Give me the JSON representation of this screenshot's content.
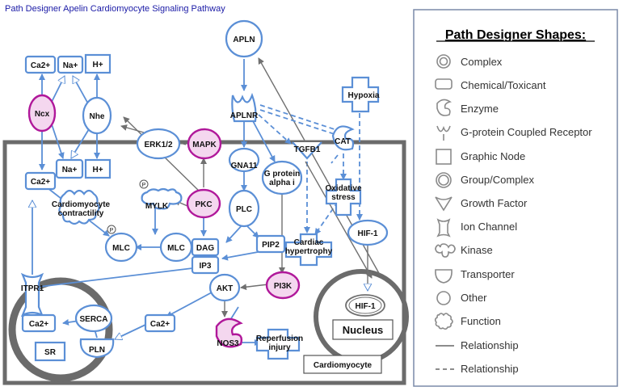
{
  "title": "Path Designer Apelin Cardiomyocyte Signaling Pathway",
  "compartments": {
    "cell_label": "Cardiomyocyte",
    "nucleus_label": "Nucleus"
  },
  "nodes": {
    "apln": "APLN",
    "aplnr": "APLNR",
    "ca2_top": "Ca2+",
    "na_top": "Na+",
    "h_top": "H+",
    "ncx": "Ncx",
    "nhe": "Nhe",
    "erk": "ERK1/2",
    "mapk": "MAPK",
    "gna11": "GNA11",
    "gprotein": "G protein\nalpha i",
    "tgfb1": "TGFB1",
    "cat": "CAT",
    "hypoxia": "Hypoxia",
    "na_in": "Na+",
    "h_in": "H+",
    "ca2_mid": "Ca2+",
    "contract": "Cardiomyocyte\ncontractility",
    "p1": "P",
    "p2": "P",
    "mylk": "MYLK",
    "pkc": "PKC",
    "plc": "PLC",
    "oxstress": "Oxidative\nstress",
    "mlc1": "MLC",
    "mlc2": "MLC",
    "dag": "DAG",
    "ip3": "IP3",
    "pip2": "PIP2",
    "hypertrophy": "Cardiac\nhypertrophy",
    "hif1_top": "HIF-1",
    "itpr1": "ITPR1",
    "akt": "AKT",
    "pi3k": "PI3K",
    "serca": "SERCA",
    "ca2_sr": "Ca2+",
    "ca2_low": "Ca2+",
    "sr": "SR",
    "pln": "PLN",
    "nos3": "NOS3",
    "reperfusion": "Reperfusion\ninjury",
    "hif1_nuc": "HIF-1"
  },
  "legend": {
    "title": "Path Designer Shapes:",
    "items": [
      {
        "icon": "complex-icon",
        "label": "Complex"
      },
      {
        "icon": "chemical-icon",
        "label": "Chemical/Toxicant"
      },
      {
        "icon": "enzyme-icon",
        "label": "Enzyme"
      },
      {
        "icon": "gpcr-icon",
        "label": "G-protein Coupled Receptor"
      },
      {
        "icon": "graphic-node-icon",
        "label": "Graphic Node"
      },
      {
        "icon": "group-complex-icon",
        "label": "Group/Complex"
      },
      {
        "icon": "growth-factor-icon",
        "label": "Growth Factor"
      },
      {
        "icon": "ion-channel-icon",
        "label": "Ion Channel"
      },
      {
        "icon": "kinase-icon",
        "label": "Kinase"
      },
      {
        "icon": "transporter-icon",
        "label": "Transporter"
      },
      {
        "icon": "other-icon",
        "label": "Other"
      },
      {
        "icon": "function-icon",
        "label": "Function"
      },
      {
        "icon": "solid-line-icon",
        "label": "Relationship"
      },
      {
        "icon": "dashed-line-icon",
        "label": "Relationship"
      }
    ]
  },
  "colors": {
    "node_stroke": "#5b8fd6",
    "highlight_stroke": "#b0189a",
    "highlight_fill": "#f4d7ef",
    "title": "#1a1aa6",
    "compartment": "#666666"
  }
}
